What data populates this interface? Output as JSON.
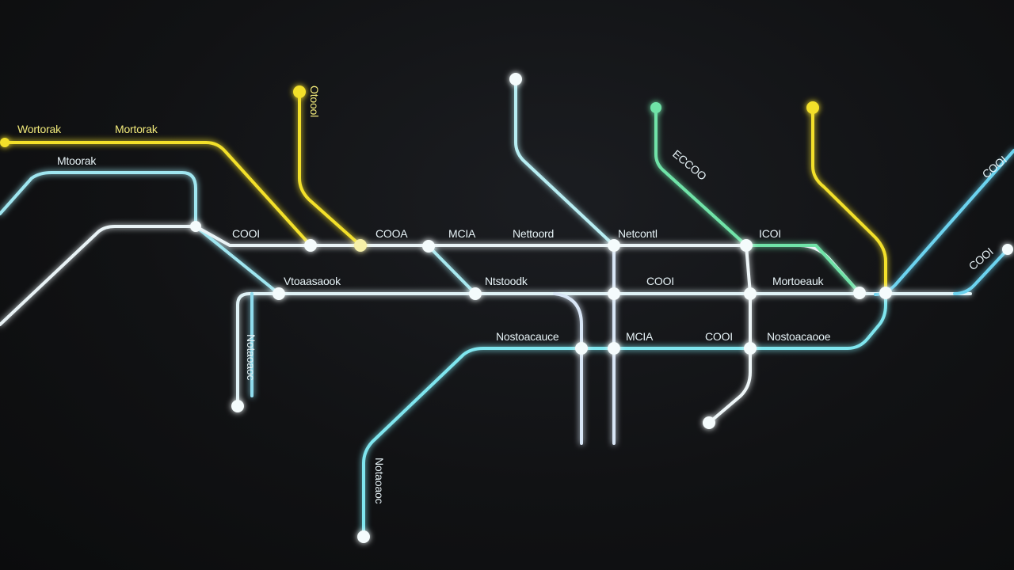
{
  "colors": {
    "yellow": "#f3e02a",
    "cyan": "#7fe6ef",
    "pale_cyan": "#bdf2f6",
    "white": "#eef6f8",
    "green": "#6fe3a8",
    "blue": "#6cd3ef",
    "station_fill": "#f4fbfc"
  },
  "labels": {
    "l1": "Wortorak",
    "l2": "Mortorak",
    "l3": "Mtoorak",
    "l4": "COOI",
    "l5": "COOA",
    "l6": "MCIA",
    "l7": "Nettoord",
    "l8": "Netcontl",
    "l9": "ICOI",
    "l10": "Vtoaasaook",
    "l11": "Ntstoodk",
    "l12": "COOI",
    "l13": "Mortoeauk",
    "l14": "Nostoacauce",
    "l15": "MCIA",
    "l16": "COOI",
    "l17": "Nostoacaooe",
    "l18": "Otoool",
    "l19": "ECCOO",
    "l20": "COOI",
    "l21": "COOI",
    "l22": "Notaoaoc",
    "l23": "Notaoaoc"
  }
}
